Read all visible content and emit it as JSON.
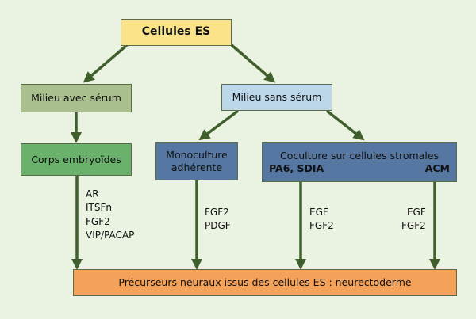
{
  "nodes": {
    "cellules_es": {
      "label": "Cellules ES"
    },
    "milieu_avec_serum": {
      "label": "Milieu avec sérum"
    },
    "milieu_sans_serum": {
      "label": "Milieu sans sérum"
    },
    "corps_embryoides": {
      "label": "Corps embryoïdes"
    },
    "monoculture": {
      "line1": "Monoculture",
      "line2": "adhérente"
    },
    "coculture": {
      "title": "Coculture sur cellules stromales",
      "left": "PA6, SDIA",
      "right": "ACM"
    },
    "precurseurs": {
      "label": "Précurseurs neuraux issus des cellules ES : neurectoderme"
    }
  },
  "factors": {
    "corps": [
      "AR",
      "ITSFn",
      "FGF2",
      "VIP/PACAP"
    ],
    "mono": [
      "FGF2",
      "PDGF"
    ],
    "pa6": [
      "EGF",
      "FGF2"
    ],
    "acm": [
      "EGF",
      "FGF2"
    ]
  },
  "colors": {
    "background": "#eaf2e1",
    "yellow": "#fbe38a",
    "olive": "#a9bf8e",
    "light_blue": "#bcd7ea",
    "green": "#6ab16c",
    "steel_blue": "#5677a1",
    "orange": "#f4a25a",
    "arrow": "#3f5f2d"
  }
}
